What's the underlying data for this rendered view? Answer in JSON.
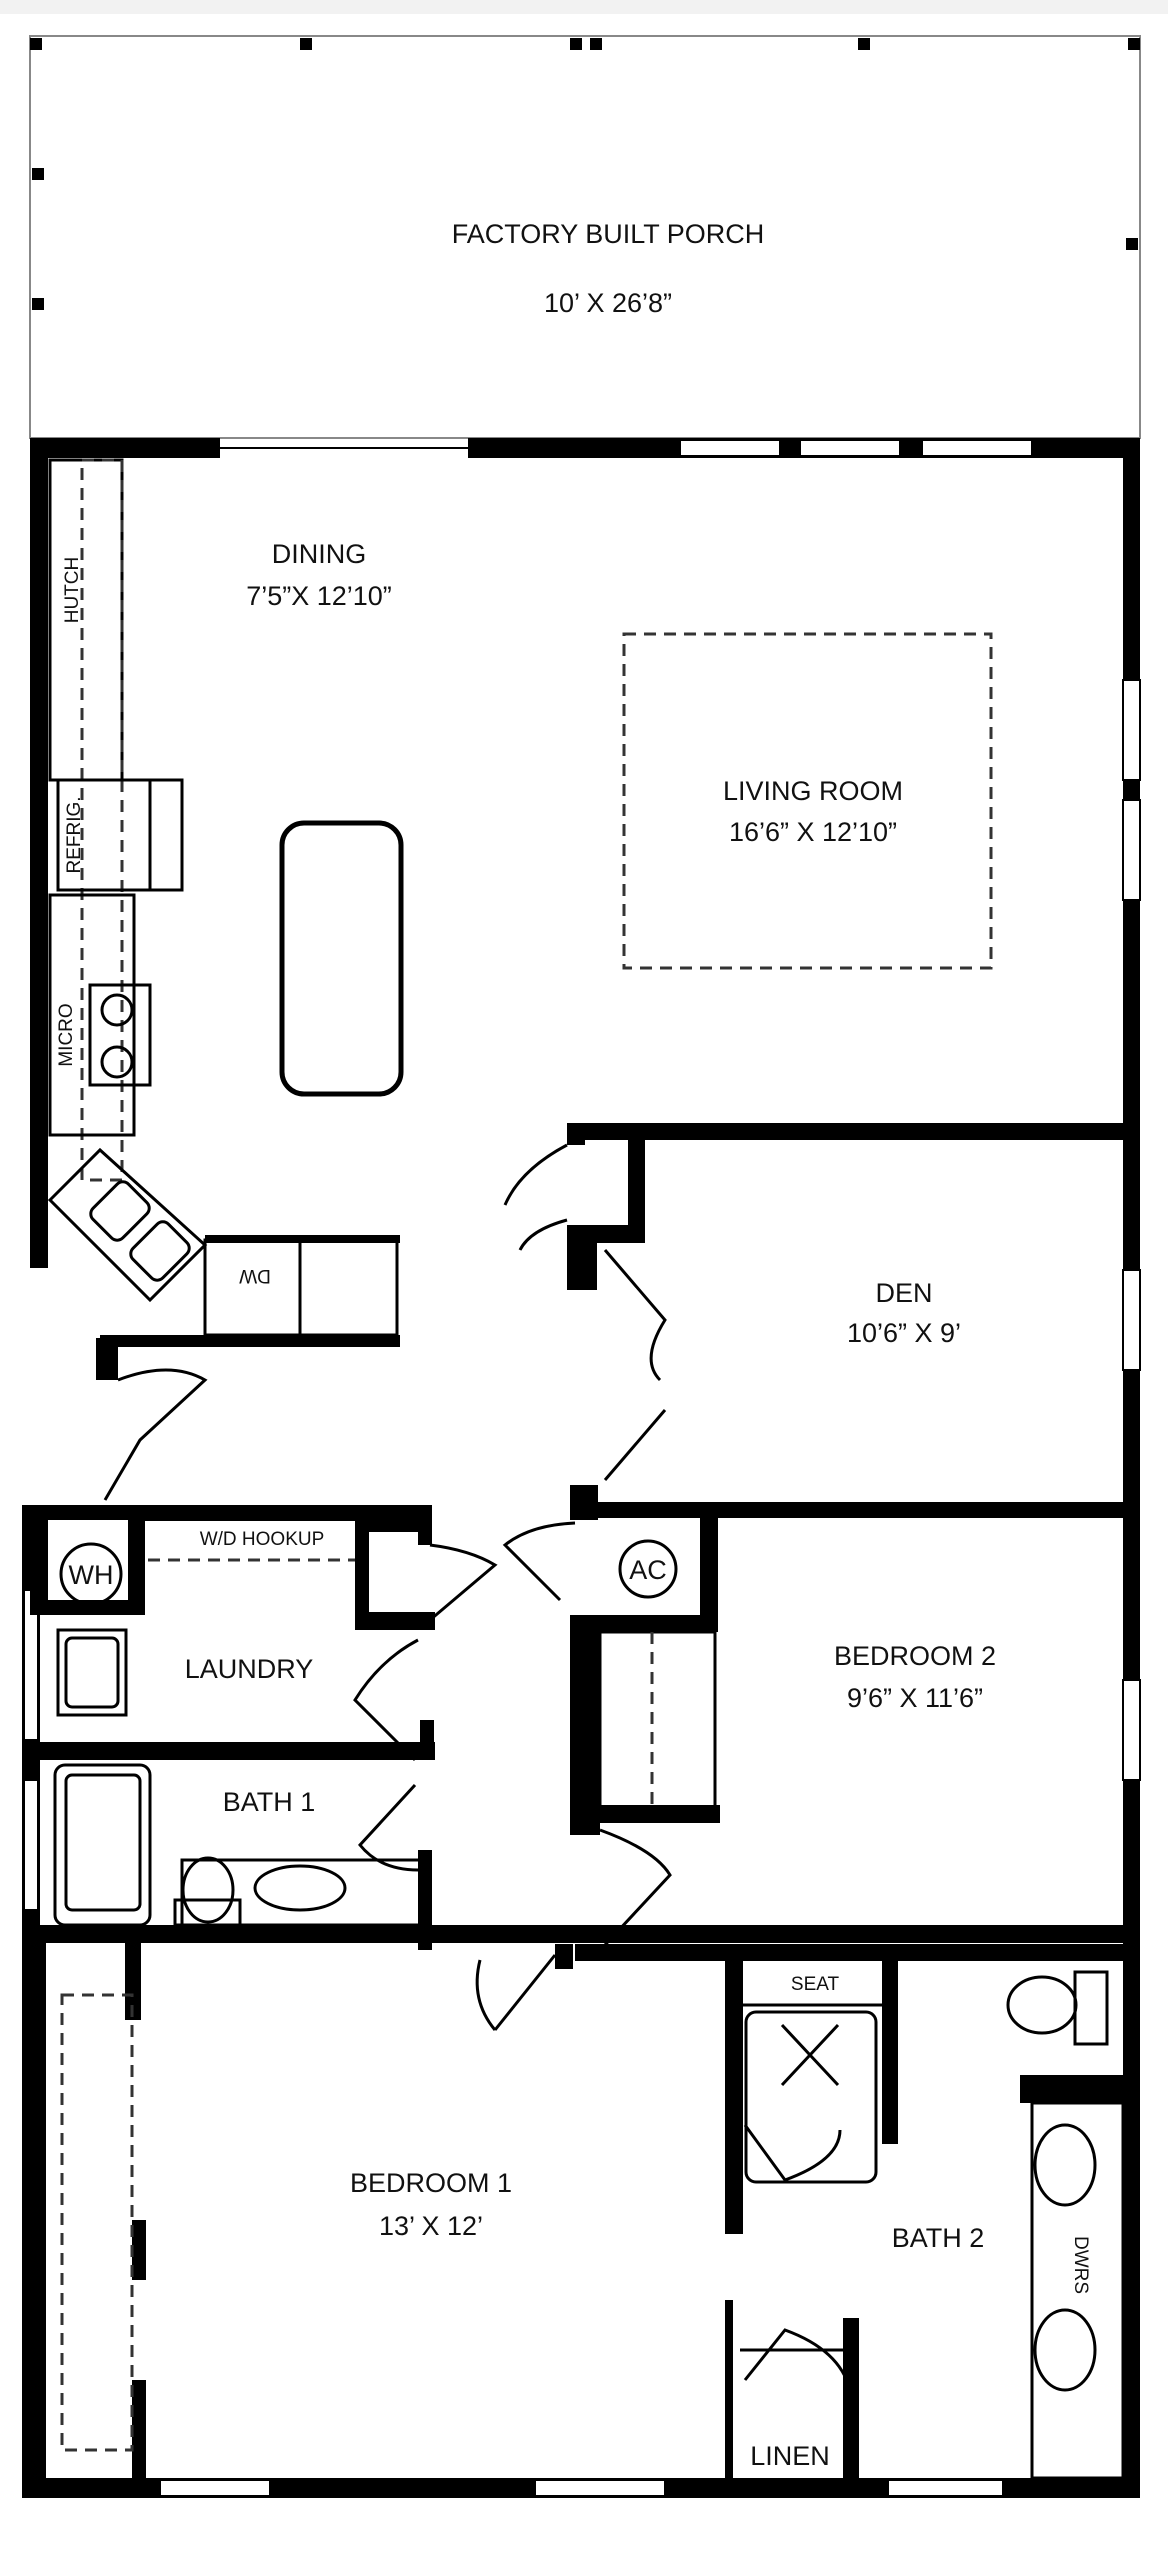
{
  "rooms": {
    "porch": {
      "name": "FACTORY BUILT PORCH",
      "size": "10’ X 26’8”"
    },
    "dining": {
      "name": "DINING",
      "size": "7’5”X 12’10”"
    },
    "living": {
      "name": "LIVING ROOM",
      "size": "16’6” X 12’10”"
    },
    "den": {
      "name": "DEN",
      "size": "10’6” X 9’"
    },
    "bedroom2": {
      "name": "BEDROOM 2",
      "size": "9’6” X 11’6”"
    },
    "bedroom1": {
      "name": "BEDROOM 1",
      "size": "13’ X 12’"
    },
    "laundry": {
      "name": "LAUNDRY"
    },
    "bath1": {
      "name": "BATH 1"
    },
    "bath2": {
      "name": "BATH 2"
    }
  },
  "fixtures": {
    "hutch": "HUTCH",
    "refrig": "REFRIG.",
    "micro": "MICRO",
    "dw": "DW",
    "wh": "WH",
    "wd_hookup": "W/D HOOKUP",
    "ac": "AC",
    "seat": "SEAT",
    "linen": "LINEN",
    "dwrs": "DWRS"
  }
}
